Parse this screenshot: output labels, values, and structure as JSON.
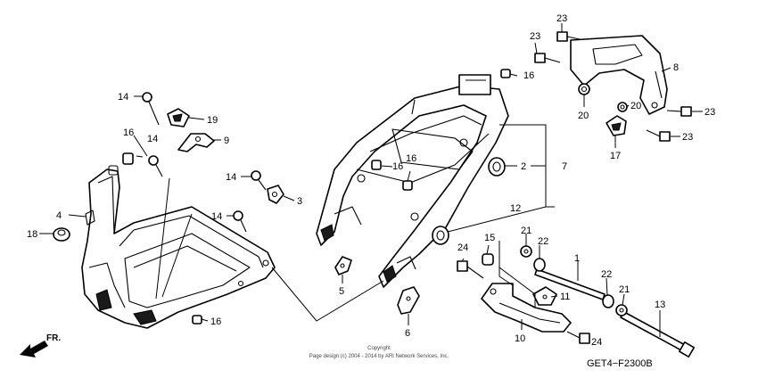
{
  "callouts": [
    {
      "id": "c1",
      "text": "1"
    },
    {
      "id": "c2",
      "text": "2"
    },
    {
      "id": "c3",
      "text": "3"
    },
    {
      "id": "c4",
      "text": "4"
    },
    {
      "id": "c5",
      "text": "5"
    },
    {
      "id": "c6",
      "text": "6"
    },
    {
      "id": "c7",
      "text": "7"
    },
    {
      "id": "c8",
      "text": "8"
    },
    {
      "id": "c9",
      "text": "9"
    },
    {
      "id": "c10",
      "text": "10"
    },
    {
      "id": "c11",
      "text": "11"
    },
    {
      "id": "c12",
      "text": "12"
    },
    {
      "id": "c13",
      "text": "13"
    },
    {
      "id": "c14a",
      "text": "14"
    },
    {
      "id": "c14b",
      "text": "14"
    },
    {
      "id": "c14c",
      "text": "14"
    },
    {
      "id": "c14d",
      "text": "14"
    },
    {
      "id": "c15",
      "text": "15"
    },
    {
      "id": "c16a",
      "text": "16"
    },
    {
      "id": "c16b",
      "text": "16"
    },
    {
      "id": "c16c",
      "text": "16"
    },
    {
      "id": "c16d",
      "text": "16"
    },
    {
      "id": "c16e",
      "text": "16"
    },
    {
      "id": "c17",
      "text": "17"
    },
    {
      "id": "c18",
      "text": "18"
    },
    {
      "id": "c19",
      "text": "19"
    },
    {
      "id": "c20a",
      "text": "20"
    },
    {
      "id": "c20b",
      "text": "20"
    },
    {
      "id": "c21a",
      "text": "21"
    },
    {
      "id": "c21b",
      "text": "21"
    },
    {
      "id": "c22a",
      "text": "22"
    },
    {
      "id": "c22b",
      "text": "22"
    },
    {
      "id": "c23a",
      "text": "23"
    },
    {
      "id": "c23b",
      "text": "23"
    },
    {
      "id": "c23c",
      "text": "23"
    },
    {
      "id": "c23d",
      "text": "23"
    },
    {
      "id": "c24a",
      "text": "24"
    },
    {
      "id": "c24b",
      "text": "24"
    }
  ],
  "front_arrow": {
    "label": "FR."
  },
  "copyright": {
    "line1": "Copyright",
    "line2": "Page design (c) 2004 - 2014 by ARI Network Services, Inc."
  },
  "diagram_code": "GET4−F2300B"
}
